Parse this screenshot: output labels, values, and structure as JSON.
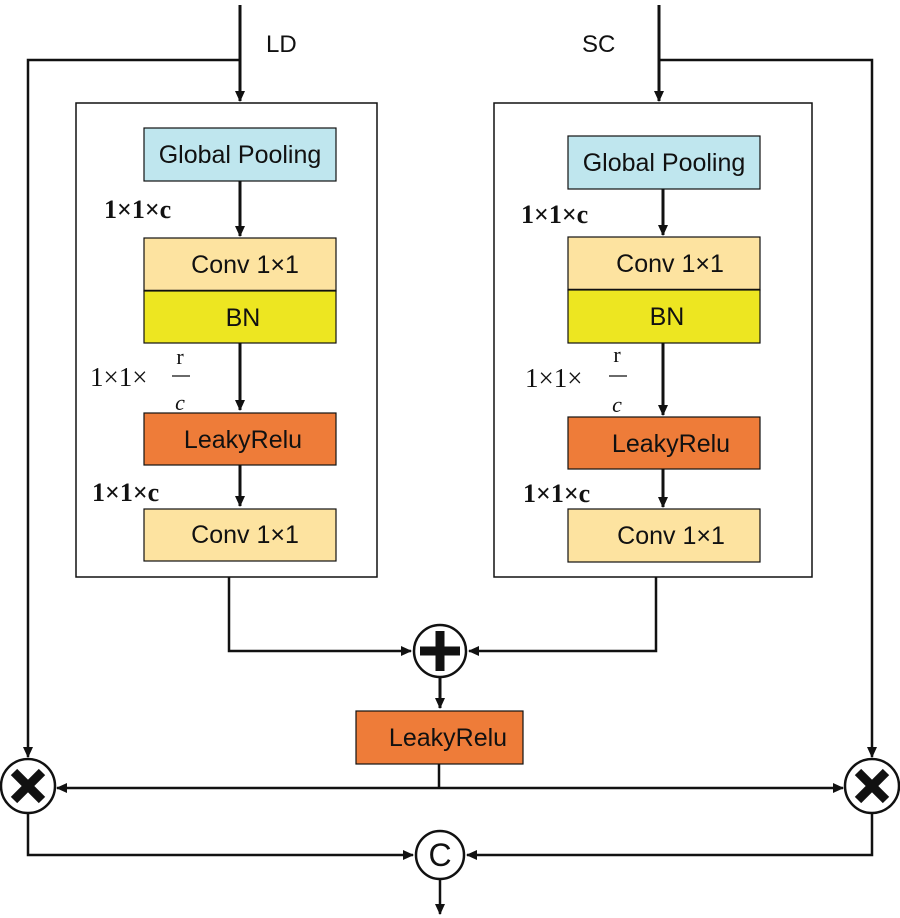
{
  "inputs": {
    "left": "LD",
    "right": "SC"
  },
  "left_branch": {
    "pool": "Global Pooling",
    "dim1": "1×1×c",
    "conv1": "Conv 1×1",
    "bn": "BN",
    "dim2_prefix": "1×1×",
    "dim2_num": "r",
    "dim2_den": "c",
    "act": "LeakyRelu",
    "dim3": "1×1×c",
    "conv2": "Conv 1×1"
  },
  "right_branch": {
    "pool": "Global Pooling",
    "dim1": "1×1×c",
    "conv1": "Conv 1×1",
    "bn": "BN",
    "dim2_prefix": "1×1×",
    "dim2_num": "r",
    "dim2_den": "c",
    "act": "LeakyRelu",
    "dim3": "1×1×c",
    "conv2": "Conv 1×1"
  },
  "merge": {
    "act": "LeakyRelu",
    "concat": "C"
  },
  "colors": {
    "pool": "#bfe6ee",
    "conv": "#fde3a0",
    "bn": "#ede621",
    "act": "#ee7c39",
    "line": "#111111"
  }
}
